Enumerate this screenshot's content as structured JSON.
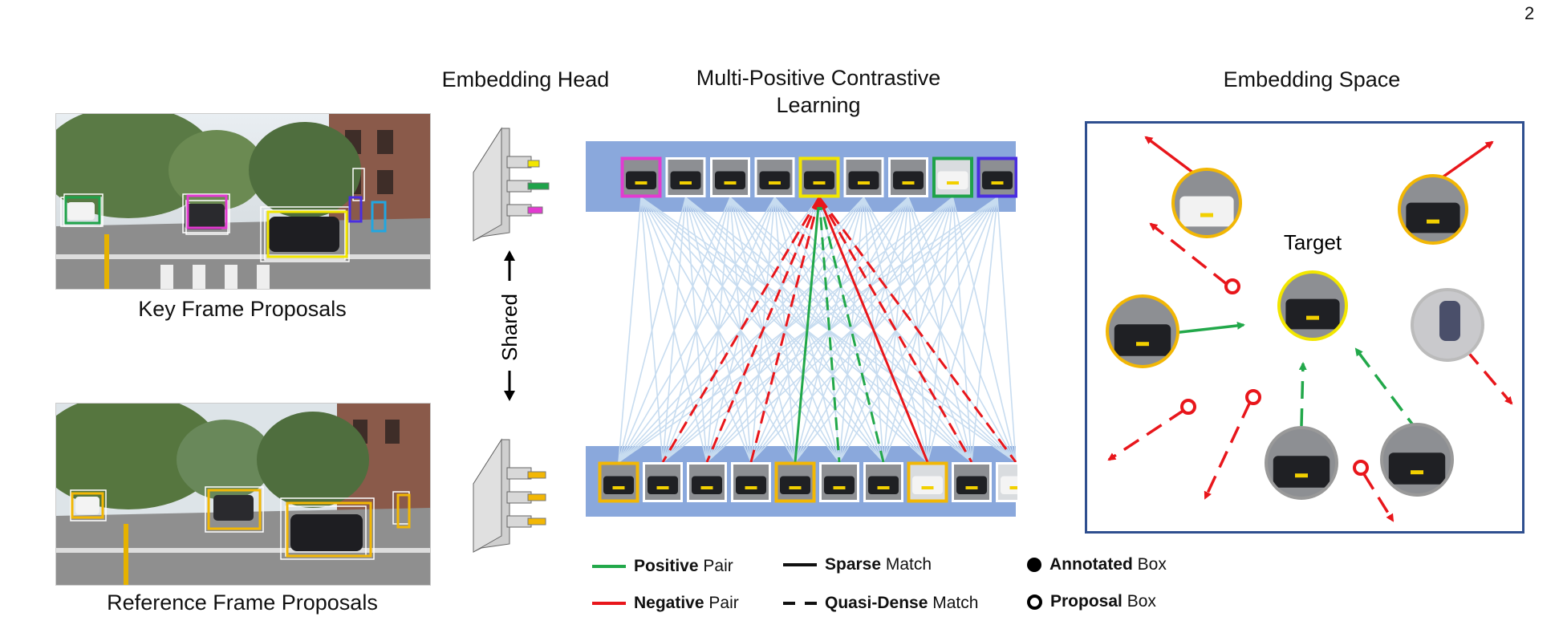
{
  "page_number": "2",
  "titles": {
    "embedding_head": "Embedding Head",
    "contrastive_line1": "Multi-Positive Contrastive",
    "contrastive_line2": "Learning",
    "embedding_space": "Embedding Space"
  },
  "captions": {
    "key_frame": "Key Frame Proposals",
    "reference_frame": "Reference Frame Proposals"
  },
  "shared_label": "Shared",
  "target_label": "Target",
  "legend": {
    "positive_bold": "Positive",
    "positive_rest": " Pair",
    "negative_bold": "Negative",
    "negative_rest": " Pair",
    "sparse_bold": "Sparse",
    "sparse_rest": " Match",
    "quasi_bold": "Quasi-Dense",
    "quasi_rest": " Match",
    "annotated_bold": "Annotated",
    "annotated_rest": " Box",
    "proposal_bold": "Proposal",
    "proposal_rest": " Box"
  },
  "colors": {
    "positive": "#22a84a",
    "negative": "#e8161b",
    "strip_bg": "#8aa8dc",
    "connection": "#c7dcf0",
    "space_border": "#2f4f8f",
    "annotated_ring": "#f2b705",
    "target_ring": "#f2e600",
    "magenta": "#e23bd0",
    "green": "#1fa34a",
    "violet": "#4a2ee0",
    "cyan": "#22a6e0"
  }
}
